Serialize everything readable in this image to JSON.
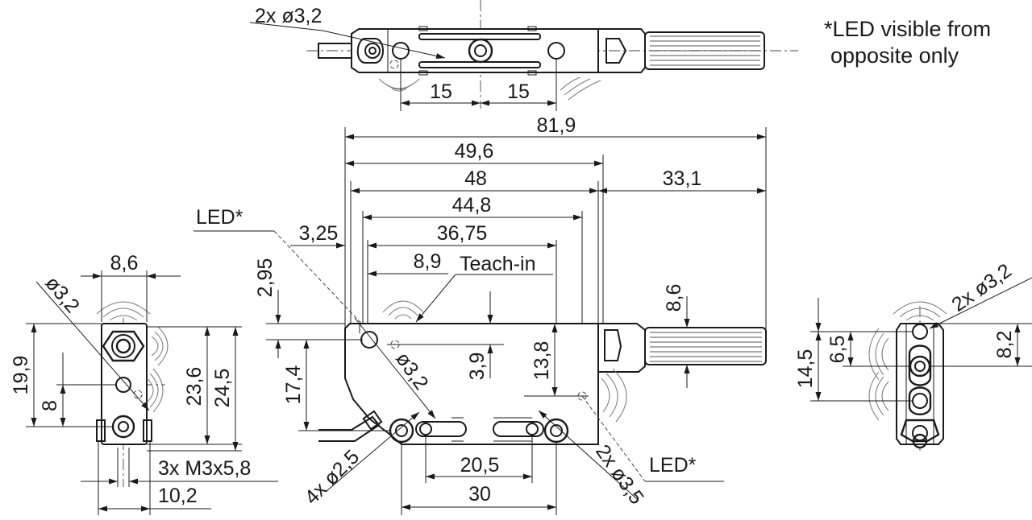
{
  "notes": {
    "led_visible_line1": "*LED visible from",
    "led_visible_line2": "opposite only",
    "led_label_left": "LED*",
    "led_label_right": "LED*",
    "teach_in": "Teach-in"
  },
  "top_view": {
    "hole_callout": "2x ø3,2",
    "spacing_left": "15",
    "spacing_right": "15"
  },
  "front_view": {
    "overall_length": "81,9",
    "length_49_6": "49,6",
    "length_48": "48",
    "length_44_8": "44,8",
    "length_36_75": "36,75",
    "cable_length": "33,1",
    "offset_3_25": "3,25",
    "teach_offset": "8,9",
    "height_2_95": "2,95",
    "height_17_4": "17,4",
    "height_3_9": "3,9",
    "height_13_8": "13,8",
    "cable_dia": "8,6",
    "hole_dia": "ø3,2",
    "mount_holes": "4x ø2,5",
    "slot_holes": "2x ø3,5",
    "slot_spacing": "20,5",
    "hole_spacing": "30"
  },
  "left_view": {
    "width_top": "8,6",
    "hole_dia": "ø3,2",
    "height_19_9": "19,9",
    "height_8": "8",
    "height_23_6": "23,6",
    "height_24_5": "24,5",
    "thread_callout": "3x M3x5,8",
    "width_bottom": "10,2"
  },
  "right_view": {
    "hole_callout": "2x ø3,2",
    "height_14_5": "14,5",
    "height_6_5": "6,5",
    "height_8_2": "8,2"
  }
}
